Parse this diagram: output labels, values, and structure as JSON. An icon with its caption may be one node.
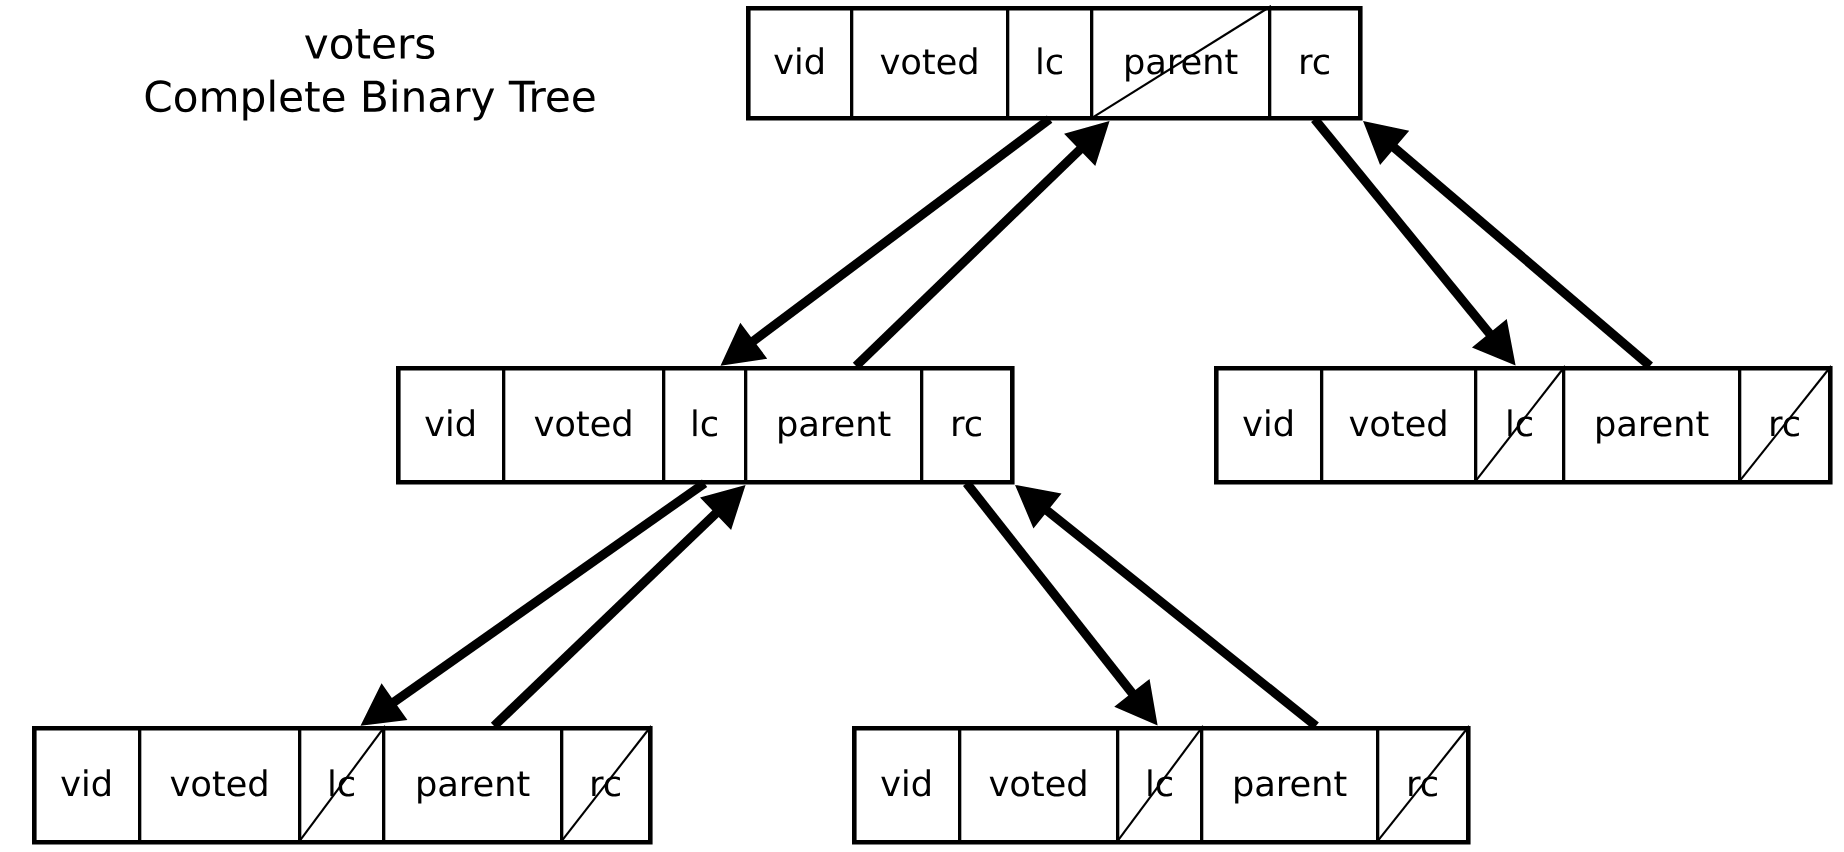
{
  "diagram": {
    "nodes": [
      {
        "text": [],
        "shape": "box"
      },
      {
        "text": [
          "vid"
        ],
        "in": 0
      },
      {
        "text": [
          "voted"
        ],
        "in": 0
      },
      {
        "text": [
          "lc"
        ],
        "in": 0
      },
      {
        "text": [
          "parent"
        ],
        "in": 0
      },
      {
        "text": [
          "rc"
        ],
        "in": 0
      },
      {
        "text": [],
        "shape": "box"
      },
      {
        "text": [
          "vid"
        ],
        "in": 6
      },
      {
        "text": [
          "voted"
        ],
        "in": 6
      },
      {
        "text": [
          "lc"
        ],
        "in": 6
      },
      {
        "text": [
          "parent"
        ],
        "in": 6
      },
      {
        "text": [
          "rc"
        ],
        "in": 6
      },
      {
        "text": [],
        "shape": "box"
      },
      {
        "text": [
          "vid"
        ],
        "in": 12
      },
      {
        "text": [
          "voted"
        ],
        "in": 12
      },
      {
        "text": [
          "lc"
        ],
        "in": 12
      },
      {
        "text": [
          "parent"
        ],
        "in": 12
      },
      {
        "text": [
          "rc"
        ],
        "in": 12
      },
      {
        "text": [],
        "shape": "box"
      },
      {
        "text": [
          "vid"
        ],
        "in": 18
      },
      {
        "text": [
          "voted"
        ],
        "in": 18
      },
      {
        "text": [
          "lc"
        ],
        "in": 18
      },
      {
        "text": [
          "parent"
        ],
        "in": 18
      },
      {
        "text": [
          "rc"
        ],
        "in": 18
      },
      {
        "text": [],
        "shape": "box"
      },
      {
        "text": [
          "vid"
        ],
        "in": 24
      },
      {
        "text": [
          "voted"
        ],
        "in": 24
      },
      {
        "text": [
          "lc"
        ],
        "in": 24
      },
      {
        "text": [
          "parent"
        ],
        "in": 24
      },
      {
        "text": [
          "rc"
        ],
        "in": 24
      }
    ],
    "edges": [
      {
        "from": 3,
        "to": 6,
        "arrow": "to"
      },
      {
        "from": 10,
        "to": 0,
        "arrow": "to"
      },
      {
        "from": 5,
        "to": 12,
        "arrow": "to"
      },
      {
        "from": 16,
        "to": 0,
        "arrow": "to"
      },
      {
        "from": 9,
        "to": 18,
        "arrow": "to"
      },
      {
        "from": 22,
        "to": 6,
        "arrow": "to"
      },
      {
        "from": 11,
        "to": 24,
        "arrow": "to"
      },
      {
        "from": 28,
        "to": 6,
        "arrow": "to"
      }
    ],
    "labels": [
      "voters",
      "Complete Binary Tree"
    ]
  }
}
